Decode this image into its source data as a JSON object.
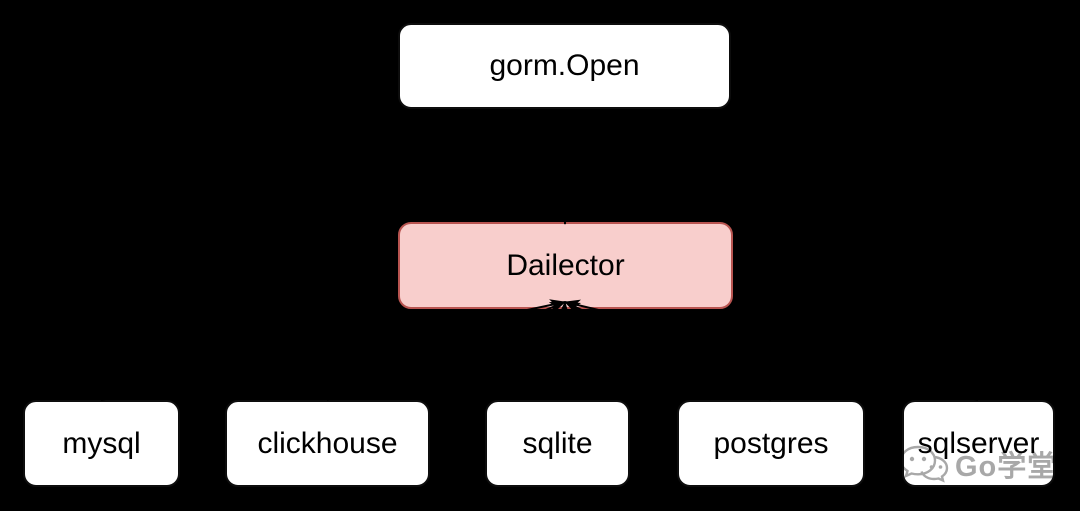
{
  "diagram": {
    "description": "gorm dialector flow diagram",
    "nodes": [
      {
        "id": "gorm-open",
        "label": "gorm.Open",
        "style": "white",
        "role": "entry-function"
      },
      {
        "id": "dailector",
        "label": "Dailector",
        "style": "pink",
        "role": "interface-highlight"
      },
      {
        "id": "mysql",
        "label": "mysql",
        "style": "white",
        "role": "driver"
      },
      {
        "id": "clickhouse",
        "label": "clickhouse",
        "style": "white",
        "role": "driver"
      },
      {
        "id": "sqlite",
        "label": "sqlite",
        "style": "white",
        "role": "driver"
      },
      {
        "id": "postgres",
        "label": "postgres",
        "style": "white",
        "role": "driver"
      },
      {
        "id": "sqlserver",
        "label": "sqlserver",
        "style": "white",
        "role": "driver"
      }
    ],
    "edges": [
      {
        "from": "gorm.Open",
        "to": "Dailector"
      },
      {
        "from": "mysql",
        "to": "Dailector"
      },
      {
        "from": "clickhouse",
        "to": "Dailector"
      },
      {
        "from": "sqlite",
        "to": "Dailector"
      },
      {
        "from": "postgres",
        "to": "Dailector"
      },
      {
        "from": "sqlserver",
        "to": "Dailector"
      }
    ],
    "colors": {
      "canvas_background": "#000000",
      "node_fill": "#ffffff",
      "node_border": "#0d0d0d",
      "highlight_fill": "#f8cecc",
      "highlight_border": "#b85450",
      "arrow": "#000000",
      "text": "#000000"
    }
  },
  "watermark": {
    "icon": "wechat-icon",
    "text": "Go学堂",
    "color": "#a8a8a8"
  }
}
